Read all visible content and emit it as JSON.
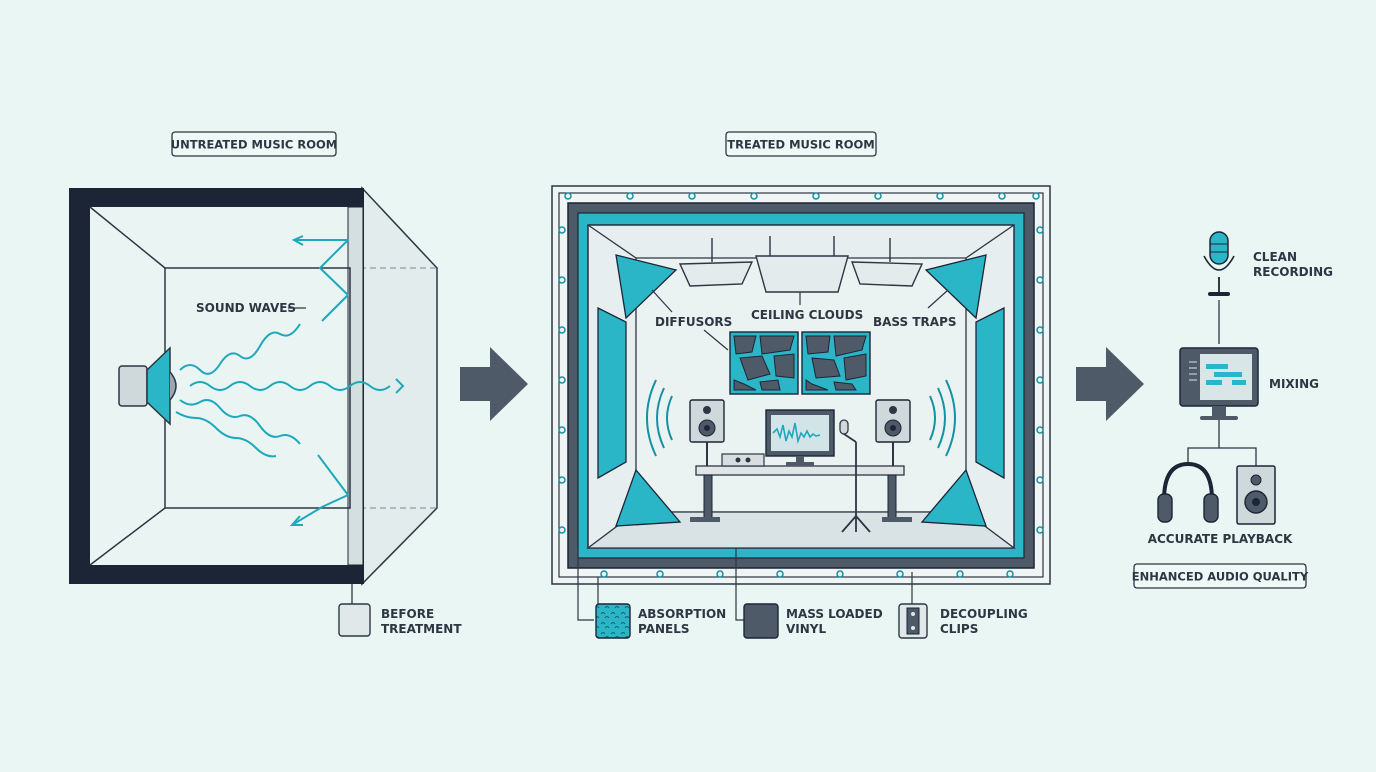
{
  "diagram": {
    "titles": {
      "untreated": "UNTREATED MUSIC ROOM",
      "treated": "TREATED MUSIC ROOM"
    },
    "untreated": {
      "sound_waves": "SOUND WAVES",
      "before_line1": "BEFORE",
      "before_line2": "TREATMENT"
    },
    "treated": {
      "diffusors": "DIFFUSORS",
      "ceiling_clouds": "CEILING CLOUDS",
      "bass_traps": "BASS TRAPS"
    },
    "legend": {
      "absorption_line1": "ABSORPTION",
      "absorption_line2": "PANELS",
      "mlv_line1": "MASS LOADED",
      "mlv_line2": "VINYL",
      "clips_line1": "DECOUPLING",
      "clips_line2": "CLIPS"
    },
    "results": {
      "clean_line1": "CLEAN",
      "clean_line2": "RECORDING",
      "mixing": "MIXING",
      "playback": "ACCURATE PLAYBACK",
      "quality": "ENHANCED AUDIO QUALITY"
    },
    "colors": {
      "background": "#e9f6f3",
      "dark": "#1b2536",
      "slate": "#4f5a68",
      "teal": "#2bb6c8",
      "teal_dark": "#1491a4",
      "panel": "#dfe9ea"
    }
  }
}
